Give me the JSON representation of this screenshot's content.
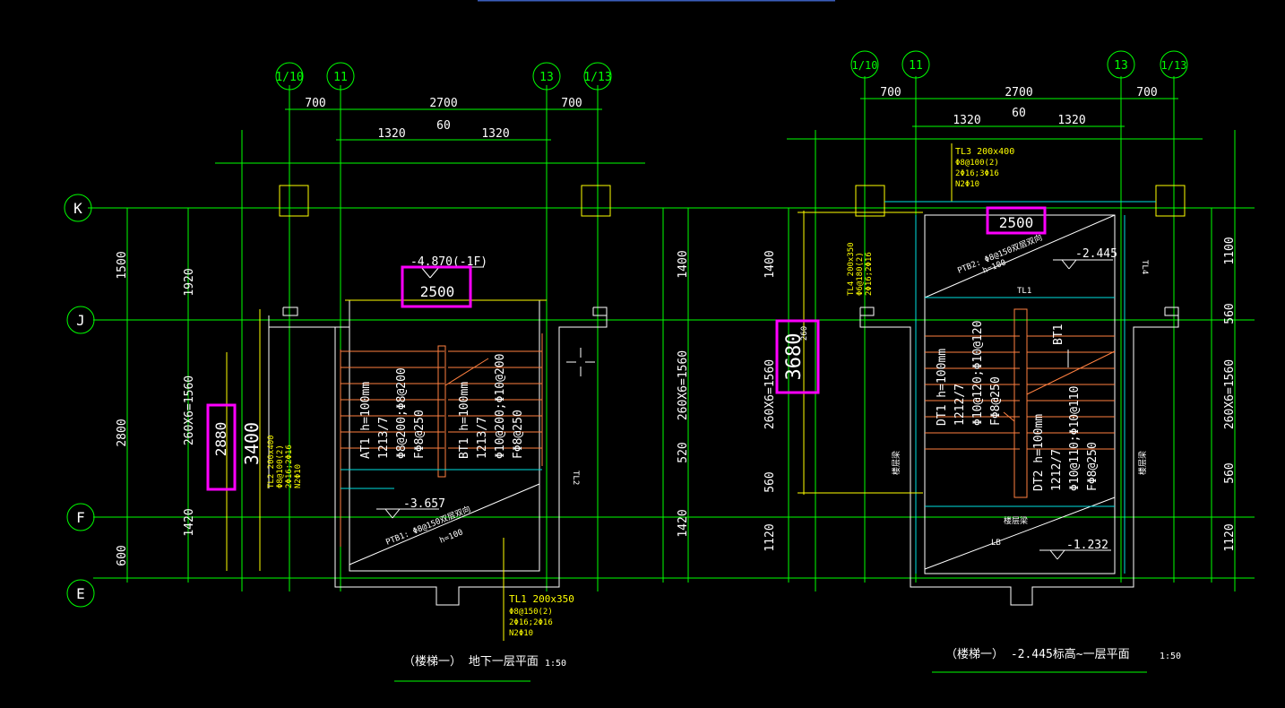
{
  "colors": {
    "background": "#000000",
    "dim": "#00ff00",
    "wall": "#ffffff",
    "annotation": "#ffff00",
    "step": "#ff8040",
    "beam": "#00e0e0",
    "highlight": "#ff00ff"
  },
  "left": {
    "axes_top": [
      "1/10",
      "11",
      "13",
      "1/13"
    ],
    "axes_side": [
      "K",
      "J",
      "F",
      "E"
    ],
    "dims_top": [
      "700",
      "2700",
      "700",
      "1320",
      "60",
      "1320"
    ],
    "dims_left": [
      "1500",
      "1920",
      "2800",
      "260X6=1560",
      "1420",
      "600"
    ],
    "dims_right": [
      "1400",
      "260X6=1560",
      "520",
      "1420"
    ],
    "elev_top": "-4.870(-1F)",
    "box_top": "2500",
    "box_side": "2880",
    "dim_3400": "3400",
    "tl2": [
      "TL2 200x400",
      "Φ8@100(2)",
      "2Φ16;2Φ16",
      "N2Φ10"
    ],
    "at1": [
      "AT1 h=100mm",
      "1213/7",
      "Φ8@200;Φ8@200",
      "FΦ8@250"
    ],
    "bt1": [
      "BT1 h=100mm",
      "1213/7",
      "Φ10@200;Φ10@200",
      "FΦ8@250"
    ],
    "elev_mid": "-3.657",
    "ptb": "PTB1: Φ8@150双层双向",
    "ptb_h": "h=100",
    "tl_right": "TL2",
    "tl1": [
      "TL1 200x350",
      "Φ8@150(2)",
      "2Φ16;2Φ16",
      "N2Φ10"
    ],
    "title": "（楼梯一） 地下一层平面",
    "scale": "1:50"
  },
  "right": {
    "axes_top": [
      "1/10",
      "11",
      "13",
      "1/13"
    ],
    "dims_top": [
      "700",
      "2700",
      "700",
      "1320",
      "60",
      "1320"
    ],
    "tl3": [
      "TL3 200x400",
      "Φ8@100(2)",
      "2Φ16;3Φ16",
      "N2Φ10"
    ],
    "box_top": "2500",
    "elev_top": "-2.445",
    "ptb2": "PTB2: Φ8@150双层双向",
    "ptb2_h": "h=100",
    "tl4_side": [
      "TL4 200x350",
      "Φ6@180(2)",
      "2Φ16;2Φ16"
    ],
    "tl4": "TL4",
    "tl1": "TL1",
    "dims_left": [
      "1400",
      "260X6=1560",
      "560",
      "1120"
    ],
    "box_side": "3680",
    "box_side_small": "260",
    "dt1": [
      "DT1 h=100mm",
      "1212/7",
      "Φ10@120;Φ10@120",
      "FΦ8@250"
    ],
    "dt2": [
      "DT2 h=100mm",
      "1212/7",
      "Φ10@110;Φ10@110",
      "FΦ8@250"
    ],
    "bt1": "BT1",
    "lb": "LB",
    "lbl_small": "楼层梁",
    "elev_bottom": "-1.232",
    "dims_right": [
      "1100",
      "560",
      "260X6=1560",
      "560",
      "1120"
    ],
    "title": "（楼梯一） -2.445标高~一层平面",
    "scale": "1:50"
  }
}
